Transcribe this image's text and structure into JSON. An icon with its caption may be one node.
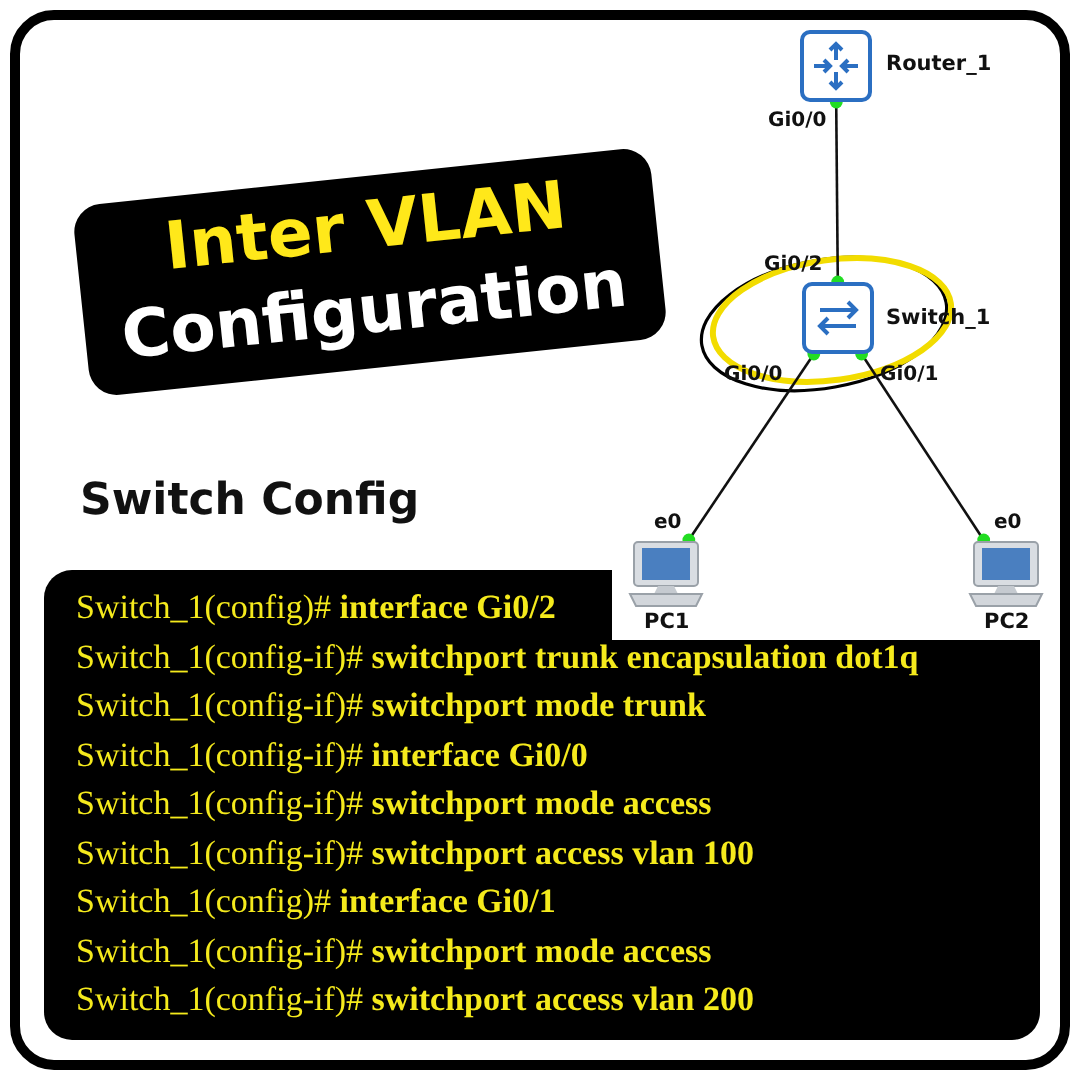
{
  "diagram": {
    "title": "Inter VLAN Configuration",
    "nodes": [
      {
        "text": [],
        "shape": "box",
        "beside": [
          "Router_1"
        ]
      },
      {
        "text": [],
        "shape": "box",
        "beside": [
          "Switch_1"
        ]
      },
      {
        "text": [],
        "shape": "computer",
        "beside": [
          "PC1"
        ]
      },
      {
        "text": [],
        "shape": "computer",
        "beside": [
          "PC2"
        ]
      }
    ],
    "edges": [
      {
        "from": 0,
        "to": 1,
        "arrow": "none"
      },
      {
        "from": 1,
        "to": 2,
        "arrow": "none"
      },
      {
        "from": 1,
        "to": 3,
        "arrow": "none"
      }
    ],
    "labels": [
      "Gi0/0",
      "Gi0/2",
      "Gi0/0",
      "Gi0/1",
      "Switch Config",
      "e0",
      "e0",
      "Switch_1(config)# **interface Gi0/2**",
      "Switch_1(config-if)# **switchport trunk encapsulation dot1q**",
      "Switch_1(config-if)# **switchport mode trunk**",
      "Switch_1(config-if)# **interface Gi0/0**",
      "Switch_1(config-if)# **switchport mode access**",
      "Switch_1(config-if)# **switchport access vlan 100**",
      "Switch_1(config)# **interface Gi0/1**",
      "Switch_1(config-if)# **switchport mode access**",
      "Switch_1(config-if)# **switchport access vlan 200**"
    ]
  }
}
